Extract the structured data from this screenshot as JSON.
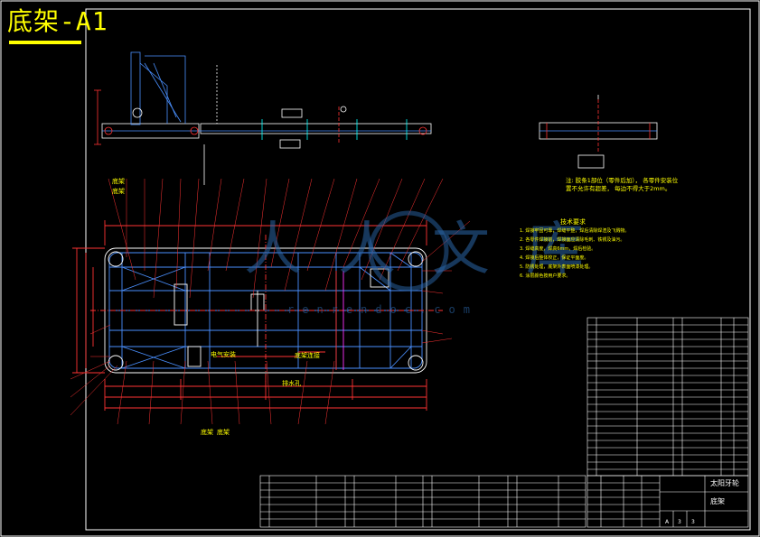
{
  "drawing_title": "底架-A1",
  "watermark": {
    "brand": "人人文库",
    "url": "renrendoc.com"
  },
  "annotations": {
    "detail_note": "注: 胶条1部位（零件后加）， 各零件安装位置不允许有超差， 每边不得大于2mm。",
    "tech_req_title": "技术要求",
    "tech_req": [
      "1. 焊接牢固可靠，焊缝平整，焊后清除焊渣及飞溅物。",
      "2. 各零件焊接前，焊接面应清除毛刺、铁锈及油污。",
      "3. 焊缝高度，焊高6mm，焊后检验。",
      "4. 焊接后整体校正，保证平面度。",
      "5. 防锈处理，底架外表面喷漆处理。",
      "6. 涂层颜色按用户要求。"
    ],
    "plan_labels": [
      "电气安装",
      "底架连接",
      "排水孔",
      "底架",
      "底架"
    ],
    "elev_labels": [
      "底架",
      "底架"
    ]
  },
  "title_block": {
    "company": "太阳牙轮",
    "drawing_name": "底架",
    "scale_row": [
      "A",
      "3",
      "3"
    ]
  }
}
